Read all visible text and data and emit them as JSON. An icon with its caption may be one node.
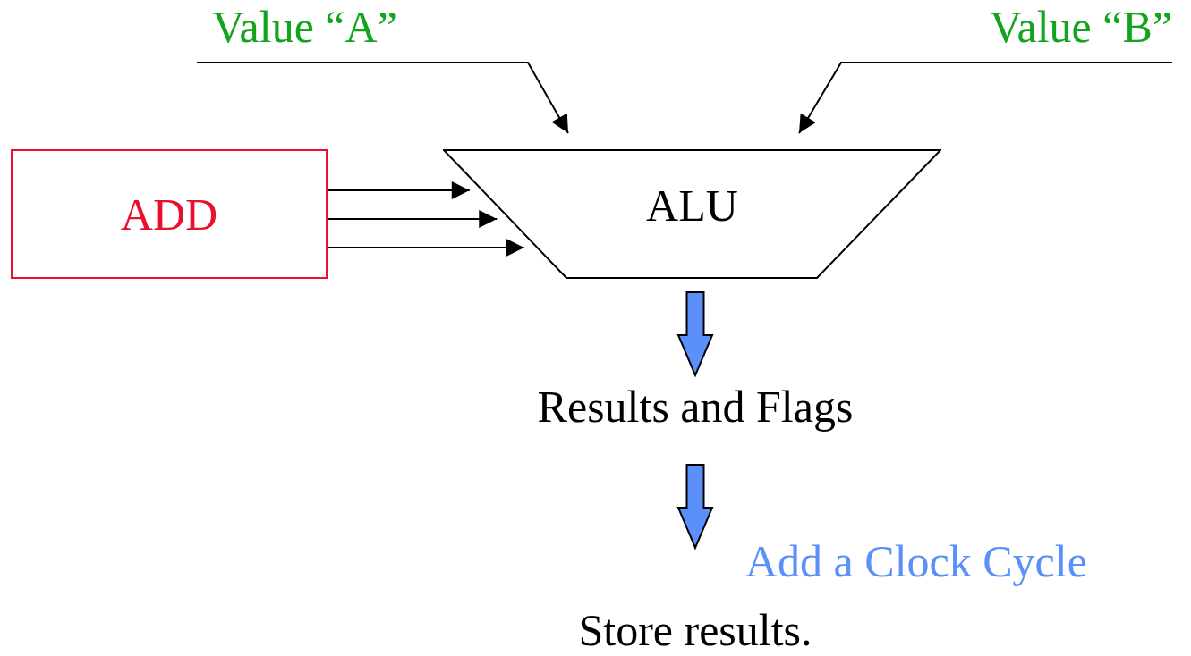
{
  "diagram": {
    "nodes": [
      {
        "text": [
          "Value “A”"
        ]
      },
      {
        "text": [
          "Value “B”"
        ]
      },
      {
        "text": [
          "ADD"
        ]
      },
      {
        "text": [
          "ALU"
        ]
      },
      {
        "text": [
          "Results and Flags"
        ]
      },
      {
        "text": [
          "Store results."
        ]
      }
    ],
    "edges": [
      {
        "from": 0,
        "to": 3,
        "arrow": "to"
      },
      {
        "from": 1,
        "to": 3,
        "arrow": "to"
      },
      {
        "from": 2,
        "to": 3,
        "arrow": "to"
      },
      {
        "from": 2,
        "to": 3,
        "arrow": "to"
      },
      {
        "from": 2,
        "to": 3,
        "arrow": "to"
      },
      {
        "from": 3,
        "to": 4,
        "arrow": "to",
        "style": "thick",
        "color": "#5b8ff9"
      },
      {
        "from": 4,
        "to": 5,
        "arrow": "to",
        "style": "thick",
        "color": "#5b8ff9",
        "label": "Add a Clock Cycle"
      }
    ]
  }
}
